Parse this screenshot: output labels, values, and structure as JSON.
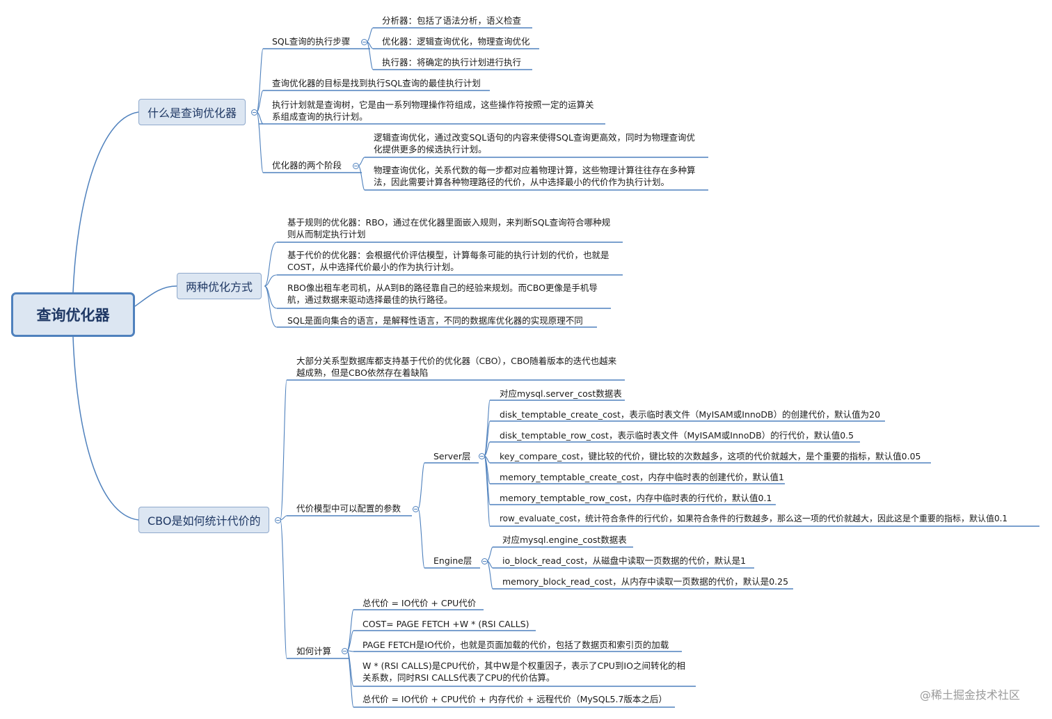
{
  "root": {
    "label": "查询优化器"
  },
  "watermark": "@稀土掘金技术社区",
  "colors": {
    "line": "#4f81bd",
    "node_fill": "#dce6f2"
  },
  "branch1": {
    "label": "什么是查询优化器",
    "steps": {
      "label": "SQL查询的执行步骤",
      "items": [
        "分析器：包括了语法分析，语义检查",
        "优化器：逻辑查询优化，物理查询优化",
        "执行器：将确定的执行计划进行执行"
      ]
    },
    "goal": "查询优化器的目标是找到执行SQL查询的最佳执行计划",
    "plan": "执行计划就是查询树，它是由一系列物理操作符组成，这些操作符按照一定的运算关系组成查询的执行计划。",
    "stages": {
      "label": "优化器的两个阶段",
      "items": [
        "逻辑查询优化，通过改变SQL语句的内容来使得SQL查询更高效，同时为物理查询优化提供更多的候选执行计划。",
        "物理查询优化，关系代数的每一步都对应着物理计算，这些物理计算往往存在多种算法，因此需要计算各种物理路径的代价，从中选择最小的代价作为执行计划。"
      ]
    }
  },
  "branch2": {
    "label": "两种优化方式",
    "items": [
      "基于规则的优化器：RBO，通过在优化器里面嵌入规则，来判断SQL查询符合哪种规则从而制定执行计划",
      "基于代价的优化器：会根据代价评估模型，计算每条可能的执行计划的代价，也就是COST，从中选择代价最小的作为执行计划。",
      "RBO像出租车老司机，从A到B的路径靠自己的经验来规划。而CBO更像是手机导航，通过数据来驱动选择最佳的执行路径。",
      "SQL是面向集合的语言，是解释性语言，不同的数据库优化器的实现原理不同"
    ]
  },
  "branch3": {
    "label": "CBO是如何统计代价的",
    "intro": "大部分关系型数据库都支持基于代价的优化器（CBO），CBO随着版本的迭代也越来越成熟，但是CBO依然存在着缺陷",
    "params": {
      "label": "代价模型中可以配置的参数",
      "server": {
        "label": "Server层",
        "items": [
          "对应mysql.server_cost数据表",
          "disk_temptable_create_cost，表示临时表文件（MyISAM或InnoDB）的创建代价，默认值为20",
          "disk_temptable_row_cost，表示临时表文件（MyISAM或InnoDB）的行代价，默认值0.5",
          "key_compare_cost，键比较的代价，键比较的次数越多，这项的代价就越大，是个重要的指标，默认值0.05",
          "memory_temptable_create_cost，内存中临时表的创建代价，默认值1",
          "memory_temptable_row_cost，内存中临时表的行代价，默认值0.1",
          "row_evaluate_cost，统计符合条件的行代价，如果符合条件的行数越多，那么这一项的代价就越大，因此这是个重要的指标，默认值0.1"
        ]
      },
      "engine": {
        "label": "Engine层",
        "items": [
          "对应mysql.engine_cost数据表",
          "io_block_read_cost，从磁盘中读取一页数据的代价，默认是1",
          "memory_block_read_cost，从内存中读取一页数据的代价，默认是0.25"
        ]
      }
    },
    "calc": {
      "label": "如何计算",
      "items": [
        "总代价 = IO代价 + CPU代价",
        "COST= PAGE FETCH +W * (RSI CALLS)",
        "PAGE FETCH是IO代价，也就是页面加载的代价，包括了数据页和索引页的加载",
        "W * (RSI CALLS)是CPU代价，其中W是个权重因子，表示了CPU到IO之间转化的相关系数，同时RSI CALLS代表了CPU的代价估算。",
        "总代价 = IO代价 + CPU代价 + 内存代价 + 远程代价（MySQL5.7版本之后）"
      ]
    }
  }
}
